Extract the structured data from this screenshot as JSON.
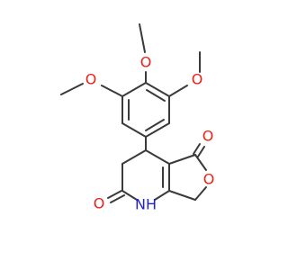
{
  "molecule": {
    "atoms": {
      "o_methoxy_top": "O",
      "o_methoxy_left": "O",
      "o_methoxy_right": "O",
      "o_ketone_right": "O",
      "o_ring_furan": "O",
      "o_ketone_left": "O",
      "nh": "NH"
    },
    "colors": {
      "bond": "#3a3a3a",
      "oxygen": "#e8211b",
      "nitrogen": "#1f1fd8"
    }
  }
}
